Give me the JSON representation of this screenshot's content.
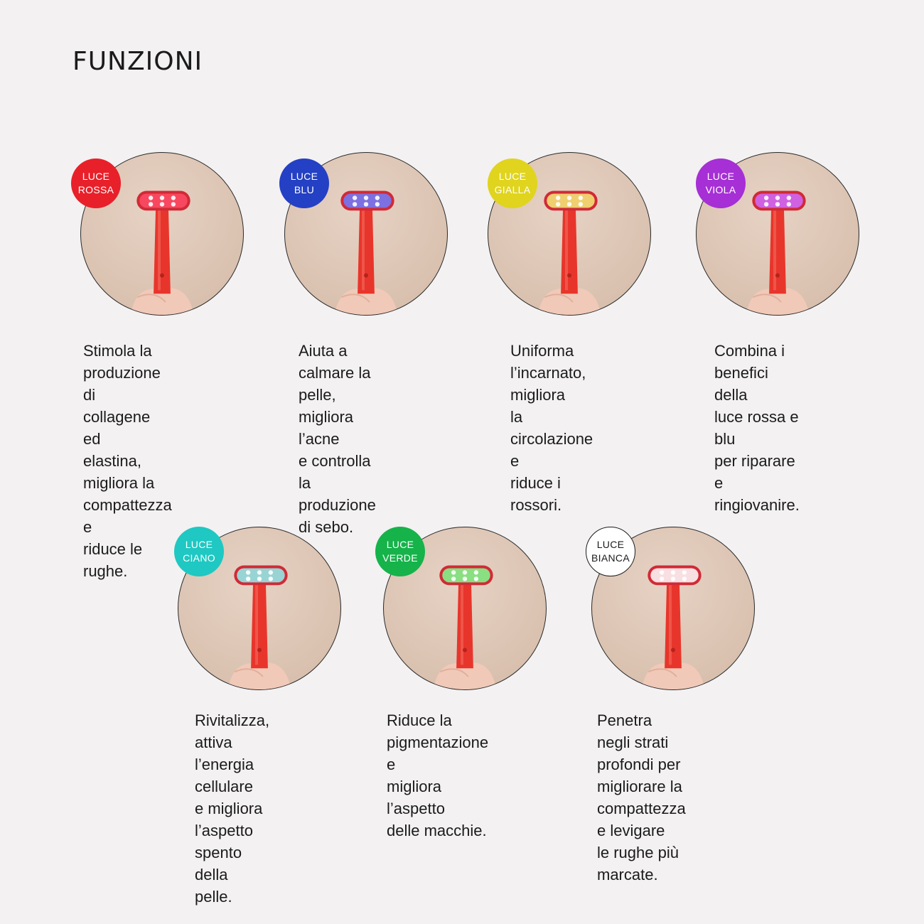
{
  "page": {
    "title": "FUNZIONI"
  },
  "features": [
    {
      "badge_line1": "LUCE",
      "badge_line2": "ROSSA",
      "badge_color": "#e8202a",
      "led_color": "#ff4d66",
      "description": "Stimola la\nproduzione di\ncollagene ed\nelastina, migliora la\ncompattezza e\nriduce le rughe."
    },
    {
      "badge_line1": "LUCE",
      "badge_line2": "BLU",
      "badge_color": "#2440c4",
      "led_color": "#6f7dff",
      "description": "Aiuta a calmare la\npelle, migliora l’acne\ne controlla la\nproduzione di sebo."
    },
    {
      "badge_line1": "LUCE",
      "badge_line2": "GIALLA",
      "badge_color": "#e0d41e",
      "led_color": "#f4ec7a",
      "description": "Uniforma\nl’incarnato, migliora\nla circolazione e\nriduce i rossori."
    },
    {
      "badge_line1": "LUCE",
      "badge_line2": "VIOLA",
      "badge_color": "#a62fd6",
      "led_color": "#d06bff",
      "description": "Combina i\nbenefici della\nluce rossa e blu\nper riparare e\nringiovanire."
    },
    {
      "badge_line1": "LUCE",
      "badge_line2": "CIANO",
      "badge_color": "#1fc8c2",
      "led_color": "#8ff2f0",
      "description": "Rivitalizza, attiva\nl’energia cellulare\ne migliora\nl’aspetto spento\ndella pelle."
    },
    {
      "badge_line1": "LUCE",
      "badge_line2": "VERDE",
      "badge_color": "#15b34a",
      "led_color": "#7dff8f",
      "description": "Riduce la\npigmentazione e\nmigliora l’aspetto\ndelle macchie."
    },
    {
      "badge_line1": "LUCE",
      "badge_line2": "BIANCA",
      "badge_color": "#ffffff",
      "led_color": "#ffffff",
      "description": "Penetra negli strati\nprofondi per\nmigliorare la\ncompattezza e levigare\nle rughe più marcate."
    }
  ]
}
